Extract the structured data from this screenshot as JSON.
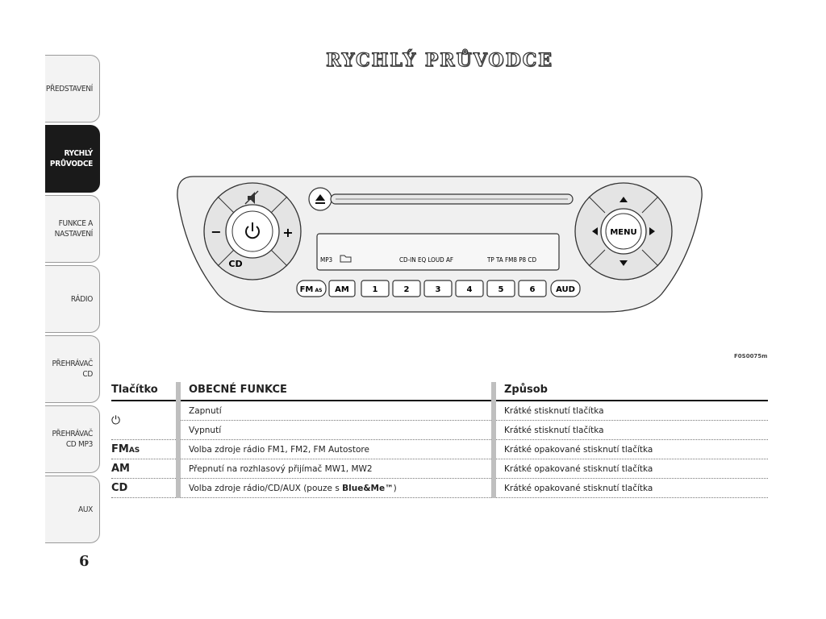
{
  "side_tabs": [
    {
      "label": "PŘEDSTAVENÍ",
      "active": false
    },
    {
      "label": "RYCHLÝ\nPRŮVODCE",
      "active": true
    },
    {
      "label": "FUNKCE A\nNASTAVENÍ",
      "active": false
    },
    {
      "label": "RÁDIO",
      "active": false
    },
    {
      "label": "PŘEHRÁVAČ\nCD",
      "active": false
    },
    {
      "label": "PŘEHRÁVAČ\nCD MP3",
      "active": false
    },
    {
      "label": "AUX",
      "active": false
    }
  ],
  "page_number": "6",
  "title": "RYCHLÝ PRŮVODCE",
  "figure_code": "F0S0075m",
  "radio": {
    "display_left": "MP3",
    "display_mid": "CD-IN  EQ  LOUD  AF",
    "display_right": "TP  TA  FM8  P8  CD",
    "menu_label": "MENU",
    "cd_label": "CD",
    "minus_label": "−",
    "plus_label": "+",
    "buttons": [
      "FM",
      "AM",
      "1",
      "2",
      "3",
      "4",
      "5",
      "6",
      "AUD"
    ],
    "fm_suffix": "AS"
  },
  "table": {
    "headers": [
      "Tlačítko",
      "OBECNÉ FUNKCE",
      "Způsob"
    ],
    "rows": [
      {
        "button": "",
        "function": "Zapnutí",
        "method": "Krátké stisknutí tlačítka"
      },
      {
        "button": "⏻",
        "function": "Vypnutí",
        "method": "Krátké stisknutí tlačítka"
      },
      {
        "button": "FM",
        "button_suffix": "AS",
        "function": "Volba zdroje rádio FM1, FM2, FM Autostore",
        "method": "Krátké opakované stisknutí tlačítka"
      },
      {
        "button": "AM",
        "function": "Přepnutí na rozhlasový přijímač MW1, MW2",
        "method": "Krátké opakované stisknutí tlačítka"
      },
      {
        "button": "CD",
        "function": "Volba zdroje rádio/CD/AUX (pouze s ",
        "function_bold": "Blue&Me™",
        "function_end": ")",
        "method": "Krátké opakované stisknutí tlačítka"
      }
    ]
  }
}
